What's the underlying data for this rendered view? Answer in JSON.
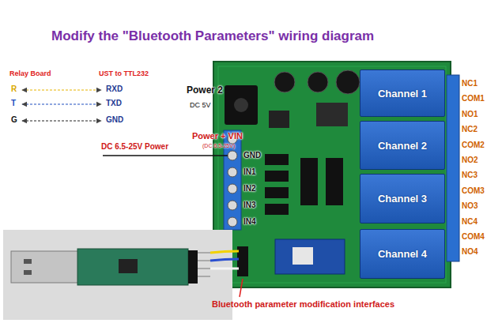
{
  "diagram": {
    "title": "Modify the \"Bluetooth Parameters\" wiring diagram",
    "nodes": [
      {
        "text": [
          "Channel 1"
        ]
      },
      {
        "text": [
          "Channel 2"
        ]
      },
      {
        "text": [
          "Channel 3"
        ]
      },
      {
        "text": [
          "Channel 4"
        ]
      }
    ],
    "labels": [
      "Relay Board",
      "UST to TTL232",
      "R",
      "RXD",
      "T",
      "TXD",
      "G",
      "GND",
      "Power 2",
      "DC 5V",
      "Power + VIN",
      "(DC 6.5-25V)",
      "DC 6.5-25V Power",
      "GND",
      "IN1",
      "IN2",
      "IN3",
      "IN4",
      "NC1",
      "COM1",
      "NO1",
      "NC2",
      "COM2",
      "NO2",
      "NC3",
      "COM3",
      "NO3",
      "NC4",
      "COM4",
      "NO4",
      "Bluetooth parameter modification interfaces"
    ]
  }
}
